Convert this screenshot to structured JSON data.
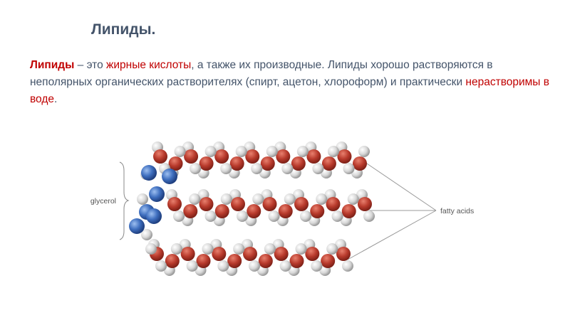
{
  "slide": {
    "title": "Липиды.",
    "paragraph": {
      "term": "Липиды",
      "dash": " – это ",
      "fatty_acids": "жирные кислоты",
      "rest1": ", а также их производные. Липиды хорошо растворяются в неполярных органических растворителях (спирт, ацетон, хлороформ) и практически ",
      "insoluble": "нерастворимы в воде",
      "end": "."
    }
  },
  "diagram": {
    "glycerol_label": "glycerol",
    "fatty_acids_label": "fatty acids",
    "colors": {
      "chain": "#b83a2c",
      "hydrogen": "#d9d9d9",
      "glycerol_atom": "#3f6fbf",
      "line": "#999999"
    }
  }
}
